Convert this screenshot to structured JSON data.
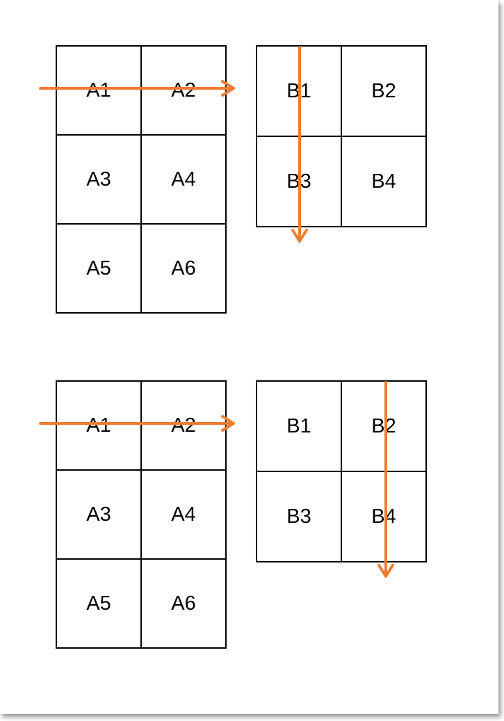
{
  "colors": {
    "arrow": "#ED7D31",
    "grid_line": "#000000"
  },
  "diagrams": [
    {
      "grid_a": {
        "cells": [
          "A1",
          "A2",
          "A3",
          "A4",
          "A5",
          "A6"
        ]
      },
      "grid_b": {
        "cells": [
          "B1",
          "B2",
          "B3",
          "B4"
        ]
      }
    },
    {
      "grid_a": {
        "cells": [
          "A1",
          "A2",
          "A3",
          "A4",
          "A5",
          "A6"
        ]
      },
      "grid_b": {
        "cells": [
          "B1",
          "B2",
          "B3",
          "B4"
        ]
      }
    }
  ]
}
